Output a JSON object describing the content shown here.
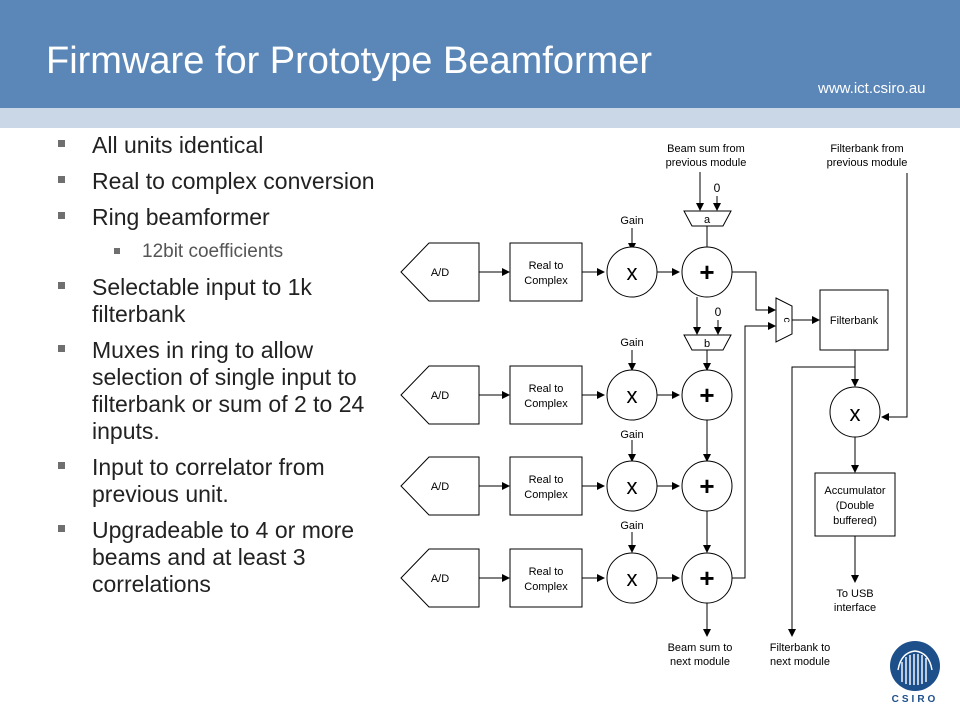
{
  "slide": {
    "title": "Firmware for Prototype Beamformer",
    "url": "www.ict.csiro.au",
    "accent_color": "#5b87b8",
    "band_color": "#c9d7e6"
  },
  "bullets": [
    {
      "text": "All units identical",
      "level": 1
    },
    {
      "text": "Real to complex conversion",
      "level": 1
    },
    {
      "text": "Ring beamformer",
      "level": 1
    },
    {
      "text": "12bit coefficients",
      "level": 2
    },
    {
      "text": "Selectable input to 1k filterbank",
      "level": 1
    },
    {
      "text": "Muxes in ring to allow selection of single input to filterbank or sum of  2 to 24 inputs.",
      "level": 1
    },
    {
      "text": "Input to correlator from previous unit.",
      "level": 1
    },
    {
      "text": "Upgradeable to 4 or more beams and at least 3 correlations",
      "level": 1
    }
  ],
  "diagram": {
    "beam_sum_from": [
      "Beam sum from",
      "previous module"
    ],
    "filterbank_from": [
      "Filterbank from",
      "previous module"
    ],
    "beam_sum_to": [
      "Beam sum to",
      "next module"
    ],
    "filterbank_to": [
      "Filterbank to",
      "next module"
    ],
    "adc_label": "A/D",
    "real_to_complex": [
      "Real to",
      "Complex"
    ],
    "gain_label": "Gain",
    "mult_symbol": "x",
    "add_symbol": "+",
    "zero_label": "0",
    "mux_a": "a",
    "mux_b": "b",
    "mux_c": "c",
    "filterbank_label": "Filterbank",
    "accumulator": [
      "Accumulator",
      "(Double",
      "buffered)"
    ],
    "to_usb": [
      "To USB",
      "interface"
    ]
  },
  "logo": {
    "icon": "csiro-logo-icon",
    "word": "CSIRO",
    "color": "#1d4f8a"
  }
}
